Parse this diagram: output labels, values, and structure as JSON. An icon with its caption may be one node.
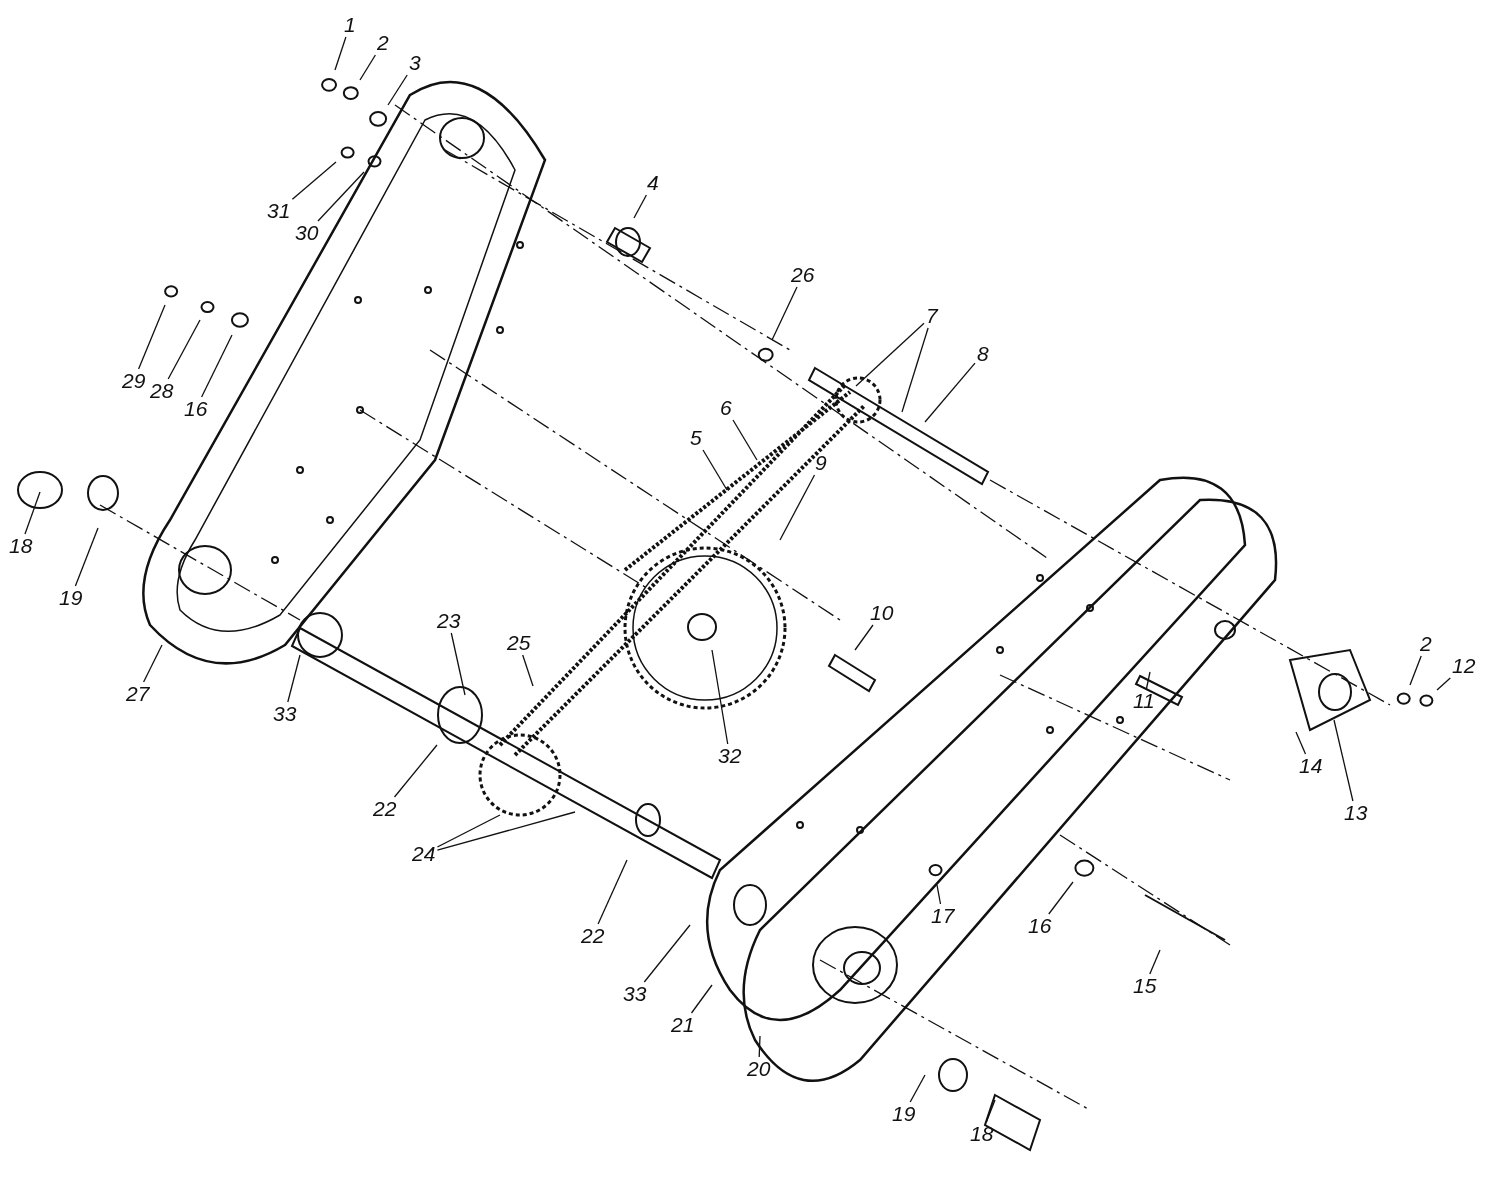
{
  "diagram": {
    "nodes": [
      {
        "text": [
          "1"
        ]
      },
      {
        "text": [
          "2"
        ]
      },
      {
        "text": [
          "3"
        ]
      },
      {
        "text": [
          "4"
        ]
      },
      {
        "text": [
          "31"
        ]
      },
      {
        "text": [
          "30"
        ]
      },
      {
        "text": [
          "26"
        ]
      },
      {
        "text": [
          "7"
        ]
      },
      {
        "text": [
          "8"
        ]
      },
      {
        "text": [
          "29"
        ]
      },
      {
        "text": [
          "28"
        ]
      },
      {
        "text": [
          "16"
        ]
      },
      {
        "text": [
          "6"
        ]
      },
      {
        "text": [
          "5"
        ]
      },
      {
        "text": [
          "9"
        ]
      },
      {
        "text": [
          "18"
        ]
      },
      {
        "text": [
          "19"
        ]
      },
      {
        "text": [
          "10"
        ]
      },
      {
        "text": [
          "23"
        ]
      },
      {
        "text": [
          "25"
        ]
      },
      {
        "text": [
          "2"
        ]
      },
      {
        "text": [
          "12"
        ]
      },
      {
        "text": [
          "11"
        ]
      },
      {
        "text": [
          "27"
        ]
      },
      {
        "text": [
          "33"
        ]
      },
      {
        "text": [
          "32"
        ]
      },
      {
        "text": [
          "14"
        ]
      },
      {
        "text": [
          "22"
        ]
      },
      {
        "text": [
          "13"
        ]
      },
      {
        "text": [
          "24"
        ]
      },
      {
        "text": [
          "17"
        ]
      },
      {
        "text": [
          "16"
        ]
      },
      {
        "text": [
          "22"
        ]
      },
      {
        "text": [
          "15"
        ]
      },
      {
        "text": [
          "33"
        ]
      },
      {
        "text": [
          "21"
        ]
      },
      {
        "text": [
          "20"
        ]
      },
      {
        "text": [
          "19"
        ]
      },
      {
        "text": [
          "18"
        ]
      }
    ],
    "edges": [
      {
        "from": 0,
        "to": null,
        "arrow": "none"
      },
      {
        "from": 1,
        "to": null,
        "arrow": "none"
      },
      {
        "from": 2,
        "to": null,
        "arrow": "none"
      },
      {
        "from": 3,
        "to": null,
        "arrow": "none"
      },
      {
        "from": 4,
        "to": null,
        "arrow": "none"
      },
      {
        "from": 5,
        "to": null,
        "arrow": "none"
      },
      {
        "from": 6,
        "to": null,
        "arrow": "none"
      },
      {
        "from": 7,
        "to": null,
        "arrow": "none"
      },
      {
        "from": 7,
        "to": null,
        "arrow": "none"
      },
      {
        "from": 8,
        "to": null,
        "arrow": "none"
      },
      {
        "from": 9,
        "to": null,
        "arrow": "none"
      },
      {
        "from": 10,
        "to": null,
        "arrow": "none"
      },
      {
        "from": 11,
        "to": null,
        "arrow": "none"
      },
      {
        "from": 12,
        "to": null,
        "arrow": "none"
      },
      {
        "from": 13,
        "to": null,
        "arrow": "none"
      },
      {
        "from": 14,
        "to": null,
        "arrow": "none"
      },
      {
        "from": 15,
        "to": null,
        "arrow": "none"
      },
      {
        "from": 16,
        "to": null,
        "arrow": "none"
      },
      {
        "from": 17,
        "to": null,
        "arrow": "none"
      },
      {
        "from": 18,
        "to": null,
        "arrow": "none"
      },
      {
        "from": 19,
        "to": null,
        "arrow": "none"
      },
      {
        "from": 20,
        "to": null,
        "arrow": "none"
      },
      {
        "from": 21,
        "to": null,
        "arrow": "none"
      },
      {
        "from": 22,
        "to": null,
        "arrow": "none"
      },
      {
        "from": 23,
        "to": null,
        "arrow": "none"
      },
      {
        "from": 24,
        "to": null,
        "arrow": "none"
      },
      {
        "from": 25,
        "to": null,
        "arrow": "none"
      },
      {
        "from": 26,
        "to": null,
        "arrow": "none"
      },
      {
        "from": 27,
        "to": null,
        "arrow": "none"
      },
      {
        "from": 28,
        "to": null,
        "arrow": "none"
      },
      {
        "from": 29,
        "to": null,
        "arrow": "none"
      },
      {
        "from": 29,
        "to": null,
        "arrow": "none"
      },
      {
        "from": 30,
        "to": null,
        "arrow": "none"
      },
      {
        "from": 31,
        "to": null,
        "arrow": "none"
      },
      {
        "from": 32,
        "to": null,
        "arrow": "none"
      },
      {
        "from": 33,
        "to": null,
        "arrow": "none"
      },
      {
        "from": 34,
        "to": null,
        "arrow": "none"
      },
      {
        "from": 35,
        "to": null,
        "arrow": "none"
      },
      {
        "from": 36,
        "to": null,
        "arrow": "none"
      },
      {
        "from": 37,
        "to": null,
        "arrow": "none"
      },
      {
        "from": 38,
        "to": null,
        "arrow": "none"
      }
    ]
  }
}
